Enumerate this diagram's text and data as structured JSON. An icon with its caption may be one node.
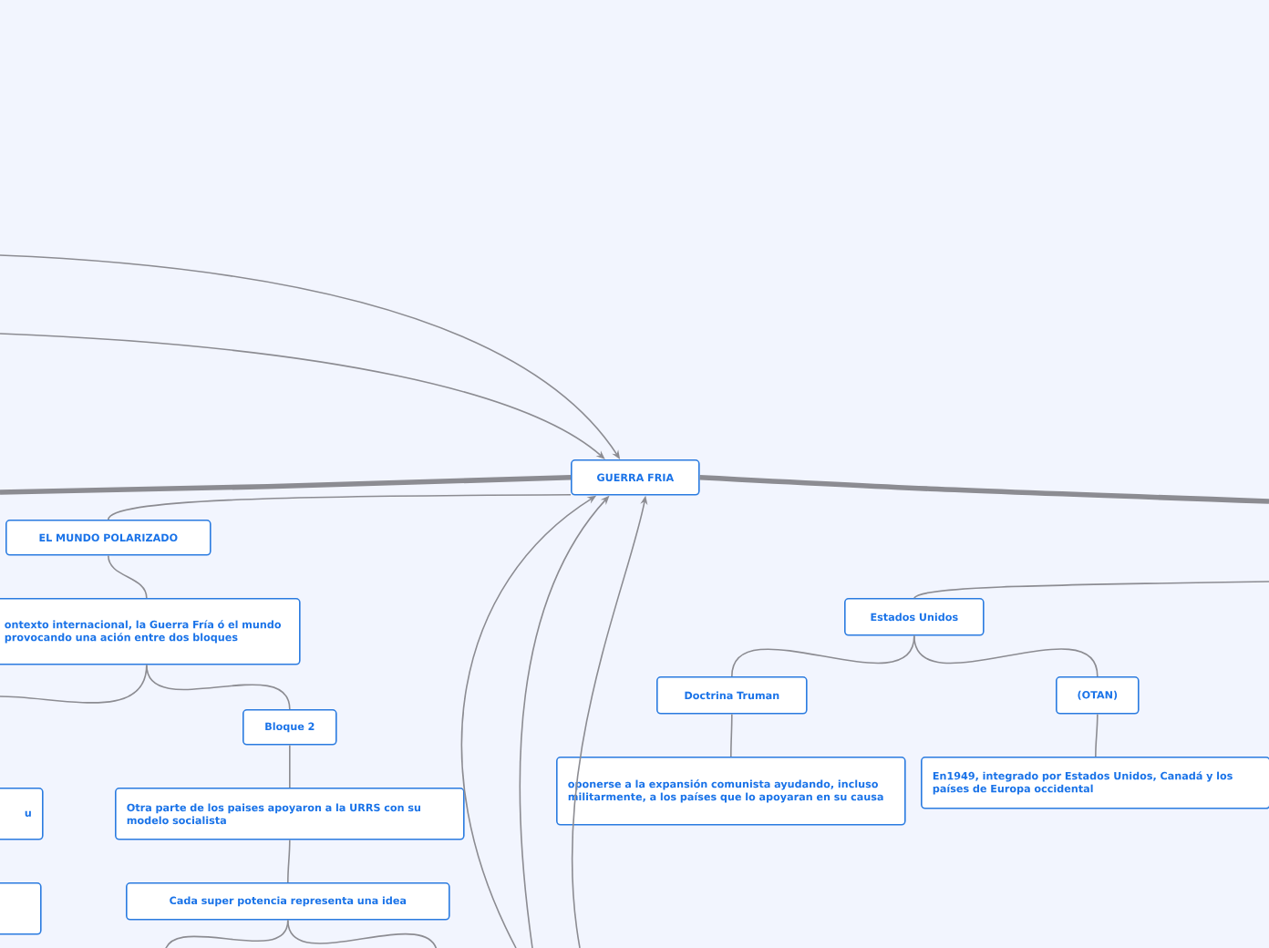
{
  "diagram": {
    "nodes": [
      {
        "text": [
          "GUERRA FRIA"
        ]
      },
      {
        "text": [
          "EL MUNDO POLARIZADO"
        ]
      },
      {
        "text": [
          "ontexto internacional, la Guerra Fría ó el mundo provocando una ación entre dos bloques"
        ]
      },
      {
        "text": [
          "Bloque 2"
        ]
      },
      {
        "text": [
          "u"
        ]
      },
      {
        "text": [
          "Otra parte de los paises apoyaron a la URRS con su modelo socialista"
        ]
      },
      {
        "text": [],
        "shape": "box"
      },
      {
        "text": [
          "Cada super potencia representa una idea"
        ]
      },
      {
        "text": [
          "Estados Unidos"
        ]
      },
      {
        "text": [
          "Doctrina Truman"
        ]
      },
      {
        "text": [
          "(OTAN)"
        ]
      },
      {
        "text": [
          "oponerse a la expansión comunista ayudando, incluso militarmente, a los países que lo apoyaran en su causa"
        ]
      },
      {
        "text": [
          "En1949, integrado por Estados Unidos, Canadá y los países de Europa occidental"
        ]
      }
    ],
    "edges": [
      {
        "from": null,
        "to": 0,
        "arrow": "to"
      },
      {
        "from": null,
        "to": 0,
        "arrow": "to"
      },
      {
        "from": null,
        "to": 0,
        "arrow": "none",
        "style": "thick"
      },
      {
        "from": 0,
        "to": 1,
        "arrow": "none"
      },
      {
        "from": 0,
        "to": null,
        "arrow": "none",
        "style": "thick"
      },
      {
        "from": null,
        "to": 0,
        "arrow": "to"
      },
      {
        "from": null,
        "to": 0,
        "arrow": "to"
      },
      {
        "from": null,
        "to": 0,
        "arrow": "to"
      },
      {
        "from": 1,
        "to": 2,
        "arrow": "none"
      },
      {
        "from": 2,
        "to": 3,
        "arrow": "none"
      },
      {
        "from": 2,
        "to": null,
        "arrow": "none"
      },
      {
        "from": 3,
        "to": 5,
        "arrow": "none"
      },
      {
        "from": 5,
        "to": 7,
        "arrow": "none"
      },
      {
        "from": 7,
        "to": null,
        "arrow": "none"
      },
      {
        "from": 7,
        "to": null,
        "arrow": "none"
      },
      {
        "from": null,
        "to": 8,
        "arrow": "none"
      },
      {
        "from": 8,
        "to": 9,
        "arrow": "none"
      },
      {
        "from": 8,
        "to": 10,
        "arrow": "none"
      },
      {
        "from": 9,
        "to": 11,
        "arrow": "none"
      },
      {
        "from": 10,
        "to": 12,
        "arrow": "none"
      }
    ]
  }
}
